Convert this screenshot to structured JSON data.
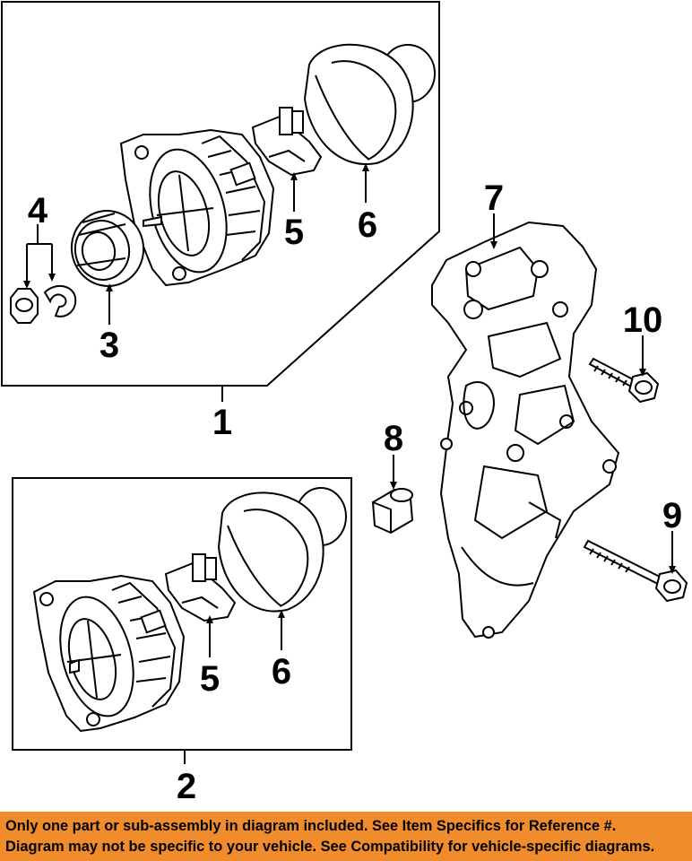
{
  "callouts": {
    "n1": "1",
    "n2": "2",
    "n3": "3",
    "n4": "4",
    "n5a": "5",
    "n5b": "5",
    "n6a": "6",
    "n6b": "6",
    "n7": "7",
    "n8": "8",
    "n9": "9",
    "n10": "10"
  },
  "banner": {
    "line1": "Only one part or sub-assembly in diagram included. See Item Specifics for Reference #.",
    "line2": "Diagram may not be specific to your vehicle. See Compatibility for vehicle-specific diagrams."
  },
  "colors": {
    "banner_bg": "#f08c2c",
    "line": "#000000"
  }
}
